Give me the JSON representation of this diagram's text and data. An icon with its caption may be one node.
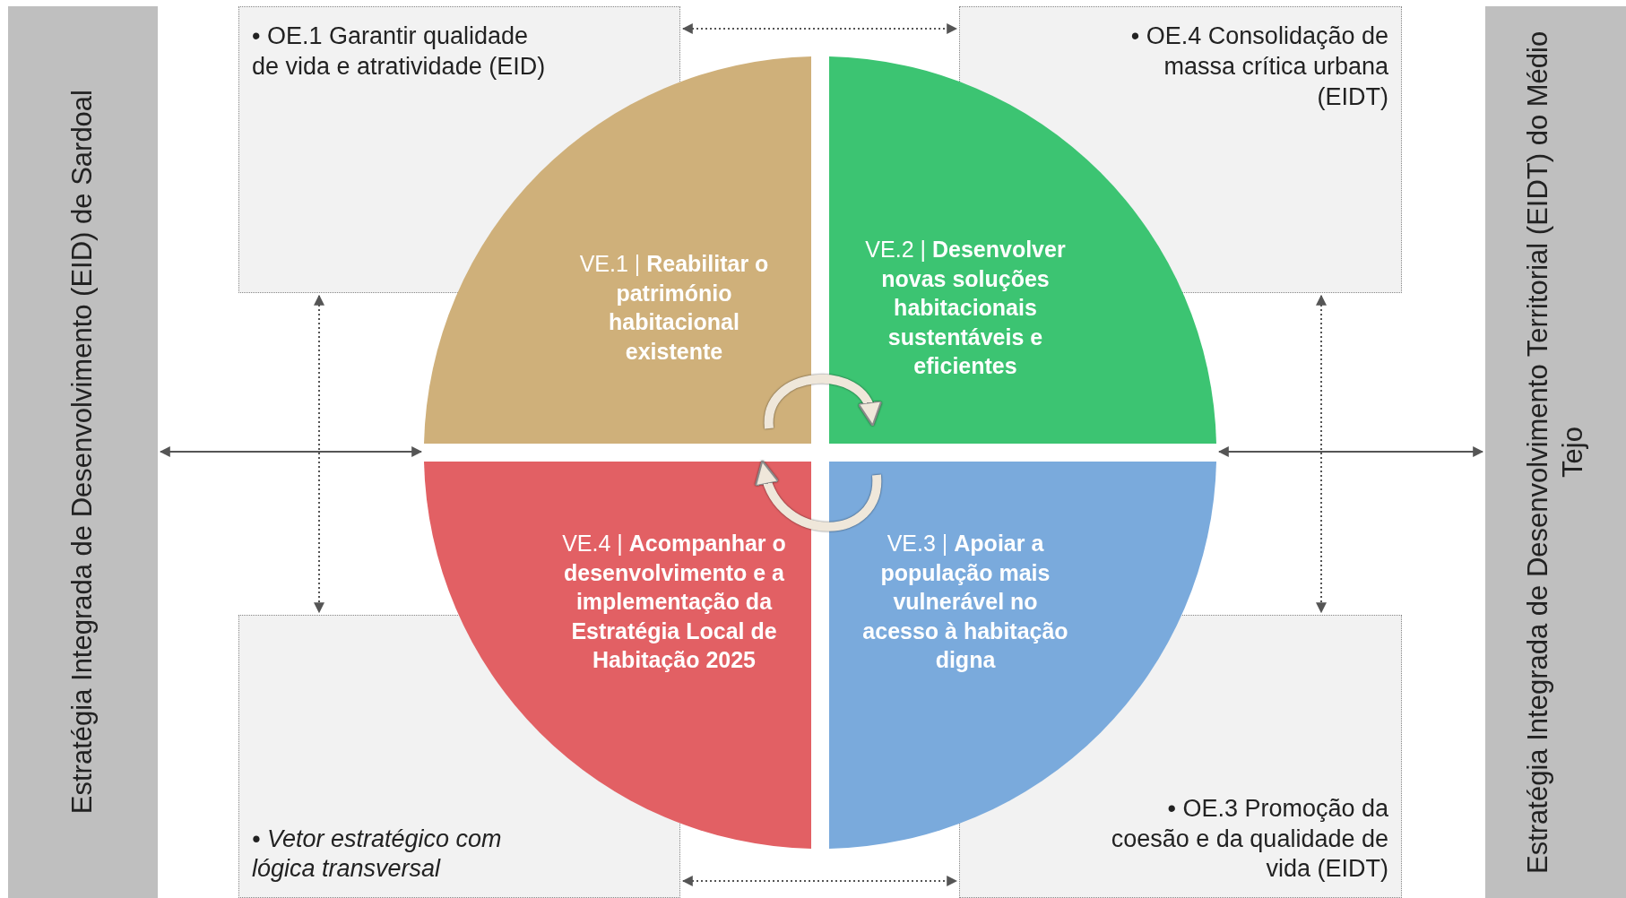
{
  "diagram": {
    "nodes": [
      {
        "text": [
          "Estratégia Integrada de Desenvolvimento (EID) de Sardoal"
        ]
      },
      {
        "text": [
          "Estratégia Integrada de Desenvolvimento Territorial (EIDT) do Médio Tejo"
        ]
      },
      {
        "text": [
          "• OE.1 Garantir qualidade de vida e atratividade (EID)"
        ]
      },
      {
        "text": [
          "• OE.4 Consolidação de massa crítica urbana (EIDT)"
        ]
      },
      {
        "text": [
          "• Vetor estratégico com lógica transversal"
        ]
      },
      {
        "text": [
          "• OE.3 Promoção da coesão e da qualidade de vida (EIDT)"
        ]
      },
      {
        "text": [
          "VE.1 | **Reabilitar o património habitacional existente**"
        ]
      },
      {
        "text": [
          "VE.2 | **Desenvolver novas soluções habitacionais sustentáveis e eficientes**"
        ]
      },
      {
        "text": [
          "VE.3 | **Apoiar a população mais vulnerável no acesso à habitação digna**"
        ]
      },
      {
        "text": [
          "VE.4 | **Acompanhar o desenvolvimento e a implementação da Estratégia Local de Habitação 2025**"
        ]
      }
    ],
    "edges": [
      {
        "from": 2,
        "to": 3,
        "arrow": "both",
        "style": "dashed"
      },
      {
        "from": 4,
        "to": 5,
        "arrow": "both",
        "style": "dashed"
      },
      {
        "from": 2,
        "to": 4,
        "arrow": "both",
        "style": "dashed"
      },
      {
        "from": 3,
        "to": 5,
        "arrow": "both",
        "style": "dashed"
      },
      {
        "from": 0,
        "to": 6,
        "arrow": "both"
      },
      {
        "from": 1,
        "to": 7,
        "arrow": "both"
      },
      {
        "from": 6,
        "to": 7,
        "arrow": "to",
        "style": "thick",
        "color": "#efe7da"
      },
      {
        "from": 8,
        "to": 9,
        "arrow": "to",
        "style": "thick",
        "color": "#efe7da"
      }
    ]
  }
}
